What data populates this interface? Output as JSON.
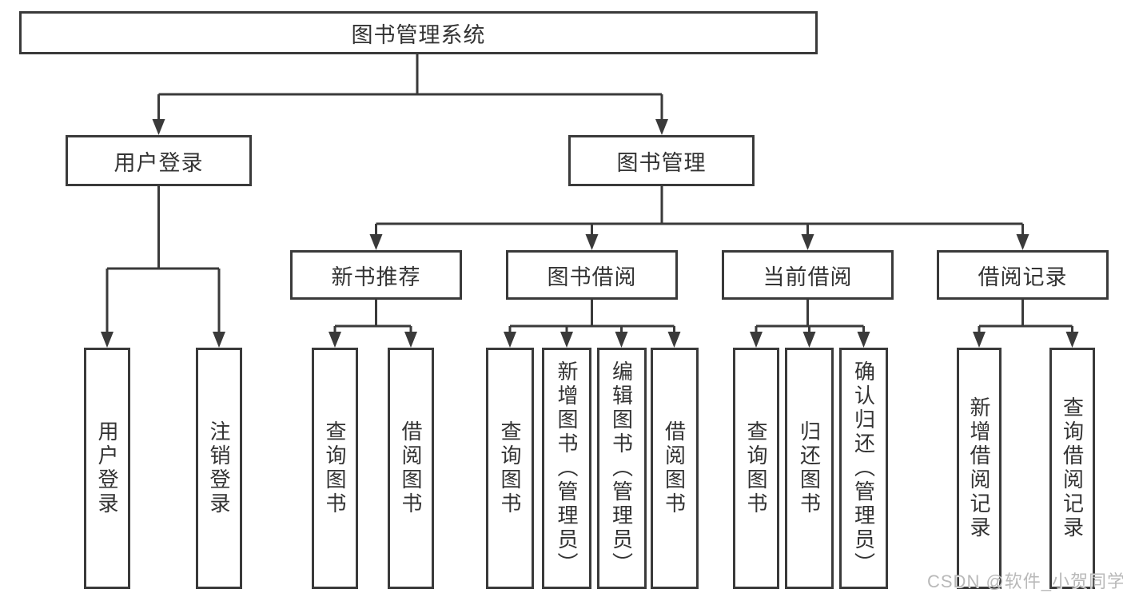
{
  "diagram": {
    "root": {
      "label": "图书管理系统"
    },
    "level2": [
      {
        "label": "用户登录"
      },
      {
        "label": "图书管理"
      }
    ],
    "level3": [
      {
        "label": "新书推荐"
      },
      {
        "label": "图书借阅"
      },
      {
        "label": "当前借阅"
      },
      {
        "label": "借阅记录"
      }
    ],
    "leaves": [
      {
        "label": "用户登录"
      },
      {
        "label": "注销登录"
      },
      {
        "label": "查询图书"
      },
      {
        "label": "借阅图书"
      },
      {
        "label": "查询图书"
      },
      {
        "label": "新增图书（管理员）"
      },
      {
        "label": "编辑图书（管理员）"
      },
      {
        "label": "借阅图书"
      },
      {
        "label": "查询图书"
      },
      {
        "label": "归还图书"
      },
      {
        "label": "确认归还（管理员）"
      },
      {
        "label": "新增借阅记录"
      },
      {
        "label": "查询借阅记录"
      }
    ]
  },
  "watermark": {
    "text": "CSDN @软件_小贺同学"
  },
  "colors": {
    "line": "#3a3a3a",
    "text": "#333333",
    "background": "#ffffff",
    "watermark": "#b9b9b9"
  }
}
